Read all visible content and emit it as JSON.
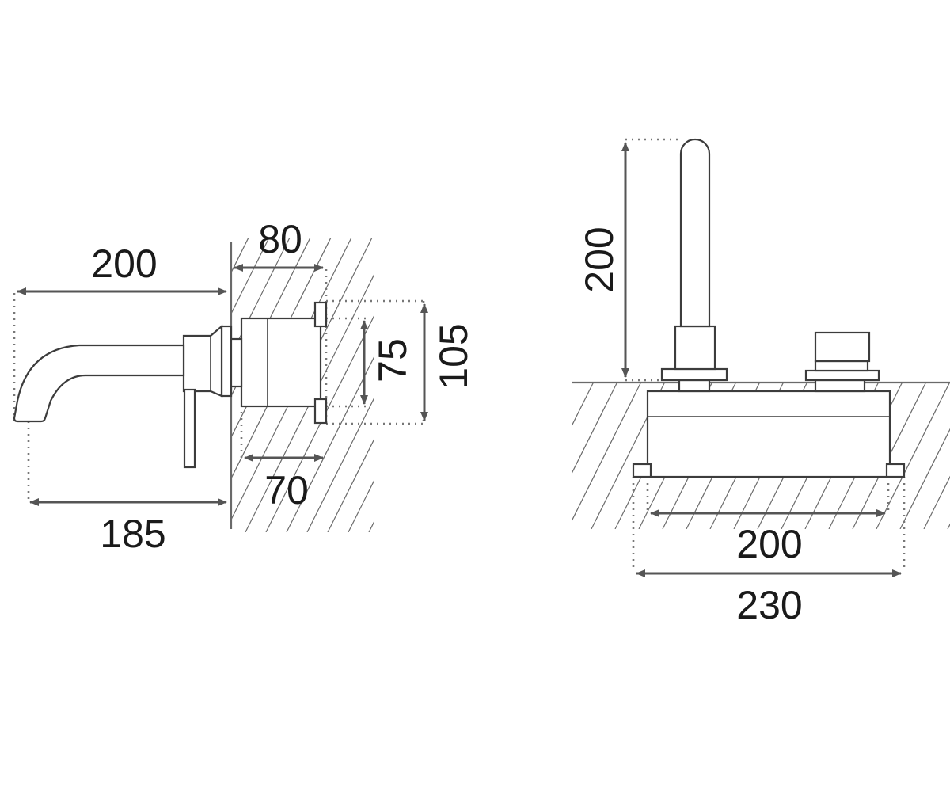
{
  "left_view": {
    "dim_overall_length": "200",
    "dim_spout_reach": "185",
    "dim_wall_depth": "80",
    "dim_body_depth": "70",
    "dim_body_height": "75",
    "dim_plate_height": "105"
  },
  "right_view": {
    "dim_spout_height": "200",
    "dim_body_width": "200",
    "dim_overall_width": "230"
  },
  "colors": {
    "outline": "#3c3c3c",
    "dimension": "#555555",
    "text": "#1a1a1a"
  }
}
